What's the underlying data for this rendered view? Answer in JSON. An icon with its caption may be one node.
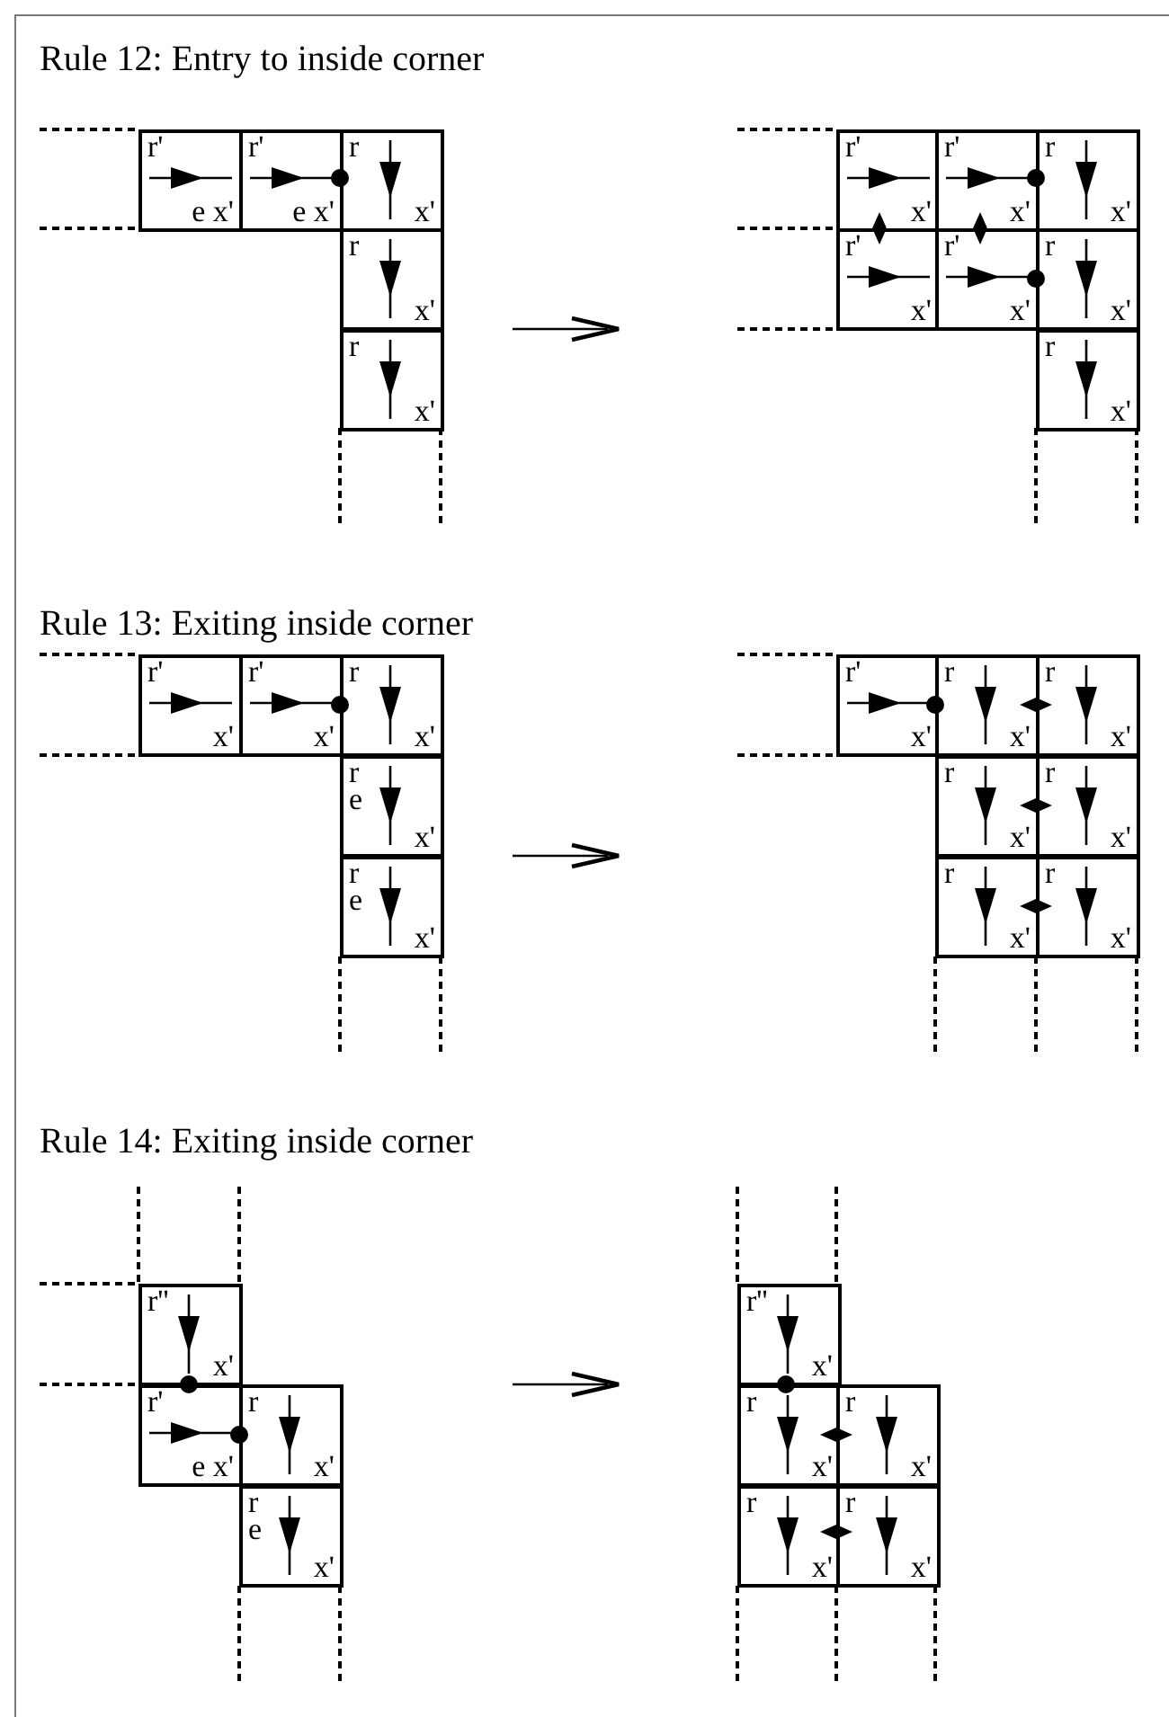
{
  "diagram": {
    "nodes": [
      {
        "text": [
          "r'",
          "e x'"
        ]
      },
      {
        "text": [
          "r'",
          "e x'"
        ]
      },
      {
        "text": [
          "r",
          "x'"
        ]
      },
      {
        "text": [
          "r",
          "x'"
        ]
      },
      {
        "text": [
          "r",
          "x'"
        ]
      },
      {
        "text": [
          "r'",
          "x'"
        ]
      },
      {
        "text": [
          "r'",
          "x'"
        ]
      },
      {
        "text": [
          "r",
          "x'"
        ]
      },
      {
        "text": [
          "r'",
          "x'"
        ]
      },
      {
        "text": [
          "r'",
          "x'"
        ]
      },
      {
        "text": [
          "r",
          "x'"
        ]
      },
      {
        "text": [
          "r",
          "x'"
        ]
      },
      {
        "text": [
          "r'",
          "x'"
        ]
      },
      {
        "text": [
          "r'",
          "x'"
        ]
      },
      {
        "text": [
          "r",
          "x'"
        ]
      },
      {
        "text": [
          "r e",
          "x'"
        ]
      },
      {
        "text": [
          "r e",
          "x'"
        ]
      },
      {
        "text": [
          "r'",
          "x'"
        ]
      },
      {
        "text": [
          "r",
          "x'"
        ]
      },
      {
        "text": [
          "r",
          "x'"
        ]
      },
      {
        "text": [
          "r",
          "x'"
        ]
      },
      {
        "text": [
          "r",
          "x'"
        ]
      },
      {
        "text": [
          "r",
          "x'"
        ]
      },
      {
        "text": [
          "r",
          "x'"
        ]
      },
      {
        "text": [
          "r''",
          "x'"
        ]
      },
      {
        "text": [
          "r'",
          "e x'"
        ]
      },
      {
        "text": [
          "r",
          "x'"
        ]
      },
      {
        "text": [
          "r e",
          "x'"
        ]
      },
      {
        "text": [
          "r''",
          "x'"
        ]
      },
      {
        "text": [
          "r",
          "x'"
        ]
      },
      {
        "text": [
          "r",
          "x'"
        ]
      },
      {
        "text": [
          "r",
          "x'"
        ]
      },
      {
        "text": [
          "r",
          "x'"
        ]
      }
    ],
    "labels": [
      "Rule 12: Entry to inside corner",
      "Rule 13: Exiting inside corner",
      "Rule 14: Exiting inside corner"
    ]
  }
}
